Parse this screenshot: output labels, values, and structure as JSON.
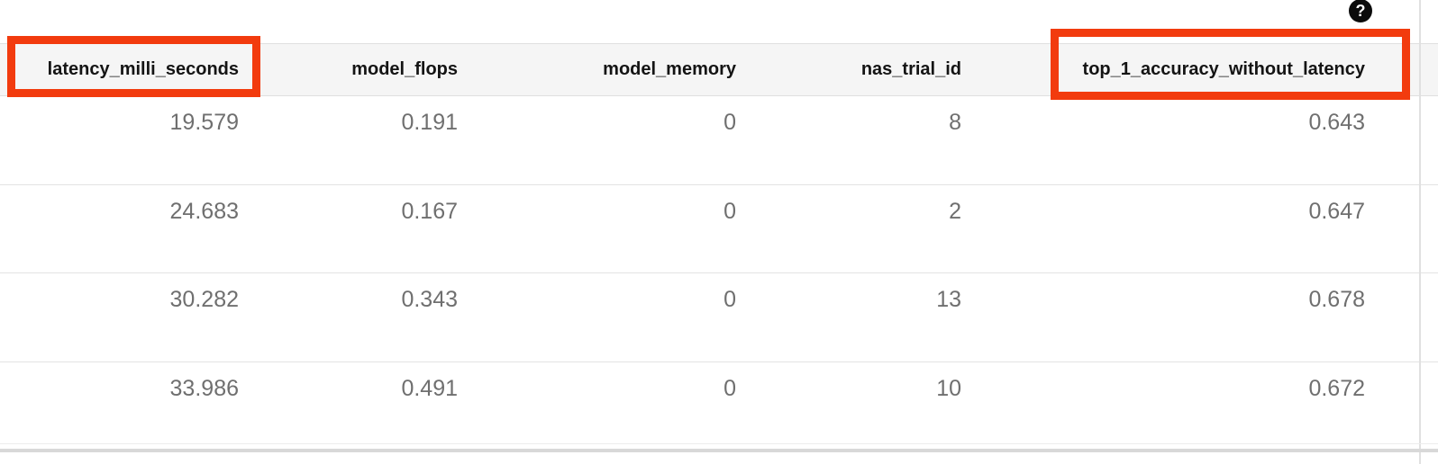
{
  "help": {
    "glyph": "?",
    "icon_bg_color": "#0b0b0b"
  },
  "table": {
    "columns": [
      "latency_milli_seconds",
      "model_flops",
      "model_memory",
      "nas_trial_id",
      "top_1_accuracy_without_latency"
    ],
    "rows": [
      [
        "19.579",
        "0.191",
        "0",
        "8",
        "0.643"
      ],
      [
        "24.683",
        "0.167",
        "0",
        "2",
        "0.647"
      ],
      [
        "30.282",
        "0.343",
        "0",
        "13",
        "0.678"
      ],
      [
        "33.986",
        "0.491",
        "0",
        "10",
        "0.672"
      ]
    ]
  },
  "annotations": {
    "color": "#f23b0e",
    "boxes": [
      {
        "label": "highlight-latency_milli_seconds-header"
      },
      {
        "label": "highlight-top_1_accuracy_without_latency-header"
      }
    ]
  }
}
